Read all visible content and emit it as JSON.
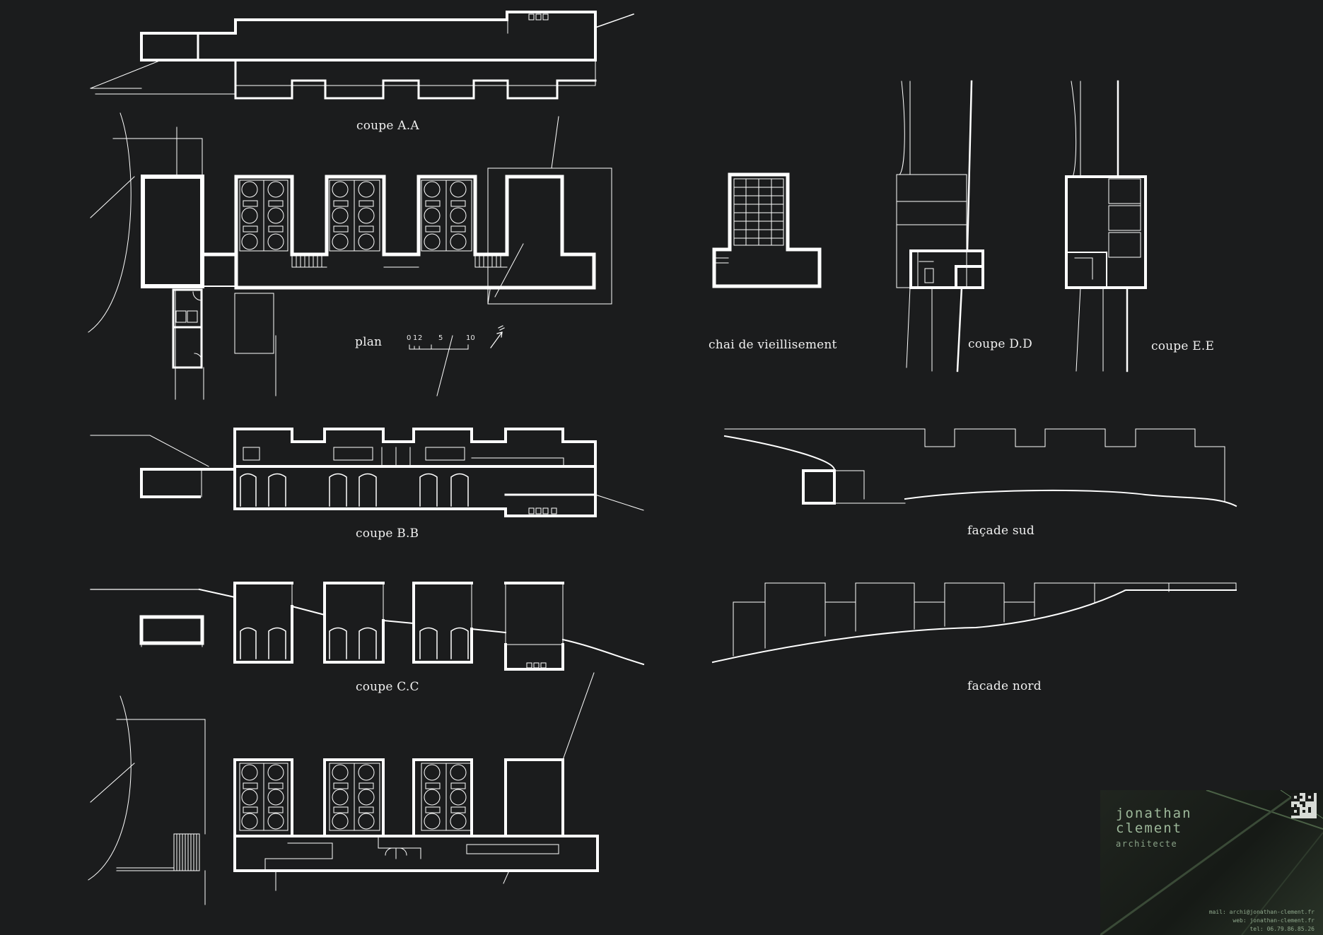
{
  "captions": {
    "coupe_aa": "coupe A.A",
    "plan": "plan",
    "chai": "chai de vieillisement",
    "coupe_dd": "coupe D.D",
    "coupe_ee": "coupe E.E",
    "coupe_bb": "coupe B.B",
    "facade_sud": "façade sud",
    "coupe_cc": "coupe C.C",
    "facade_nord": "facade nord"
  },
  "scale": {
    "labels": [
      "0",
      "1",
      "2",
      "5",
      "10"
    ]
  },
  "card": {
    "name_line1": "jonathan",
    "name_line2": "clement",
    "role": "architecte",
    "mail": "mail: archi@jonathan-clement.fr",
    "web": "web: jonathan-clement.fr",
    "tel": "tel: 06.79.86.85.26"
  },
  "colors": {
    "background": "#1b1c1d",
    "line": "#ffffff",
    "card_text": "#9db89a"
  }
}
